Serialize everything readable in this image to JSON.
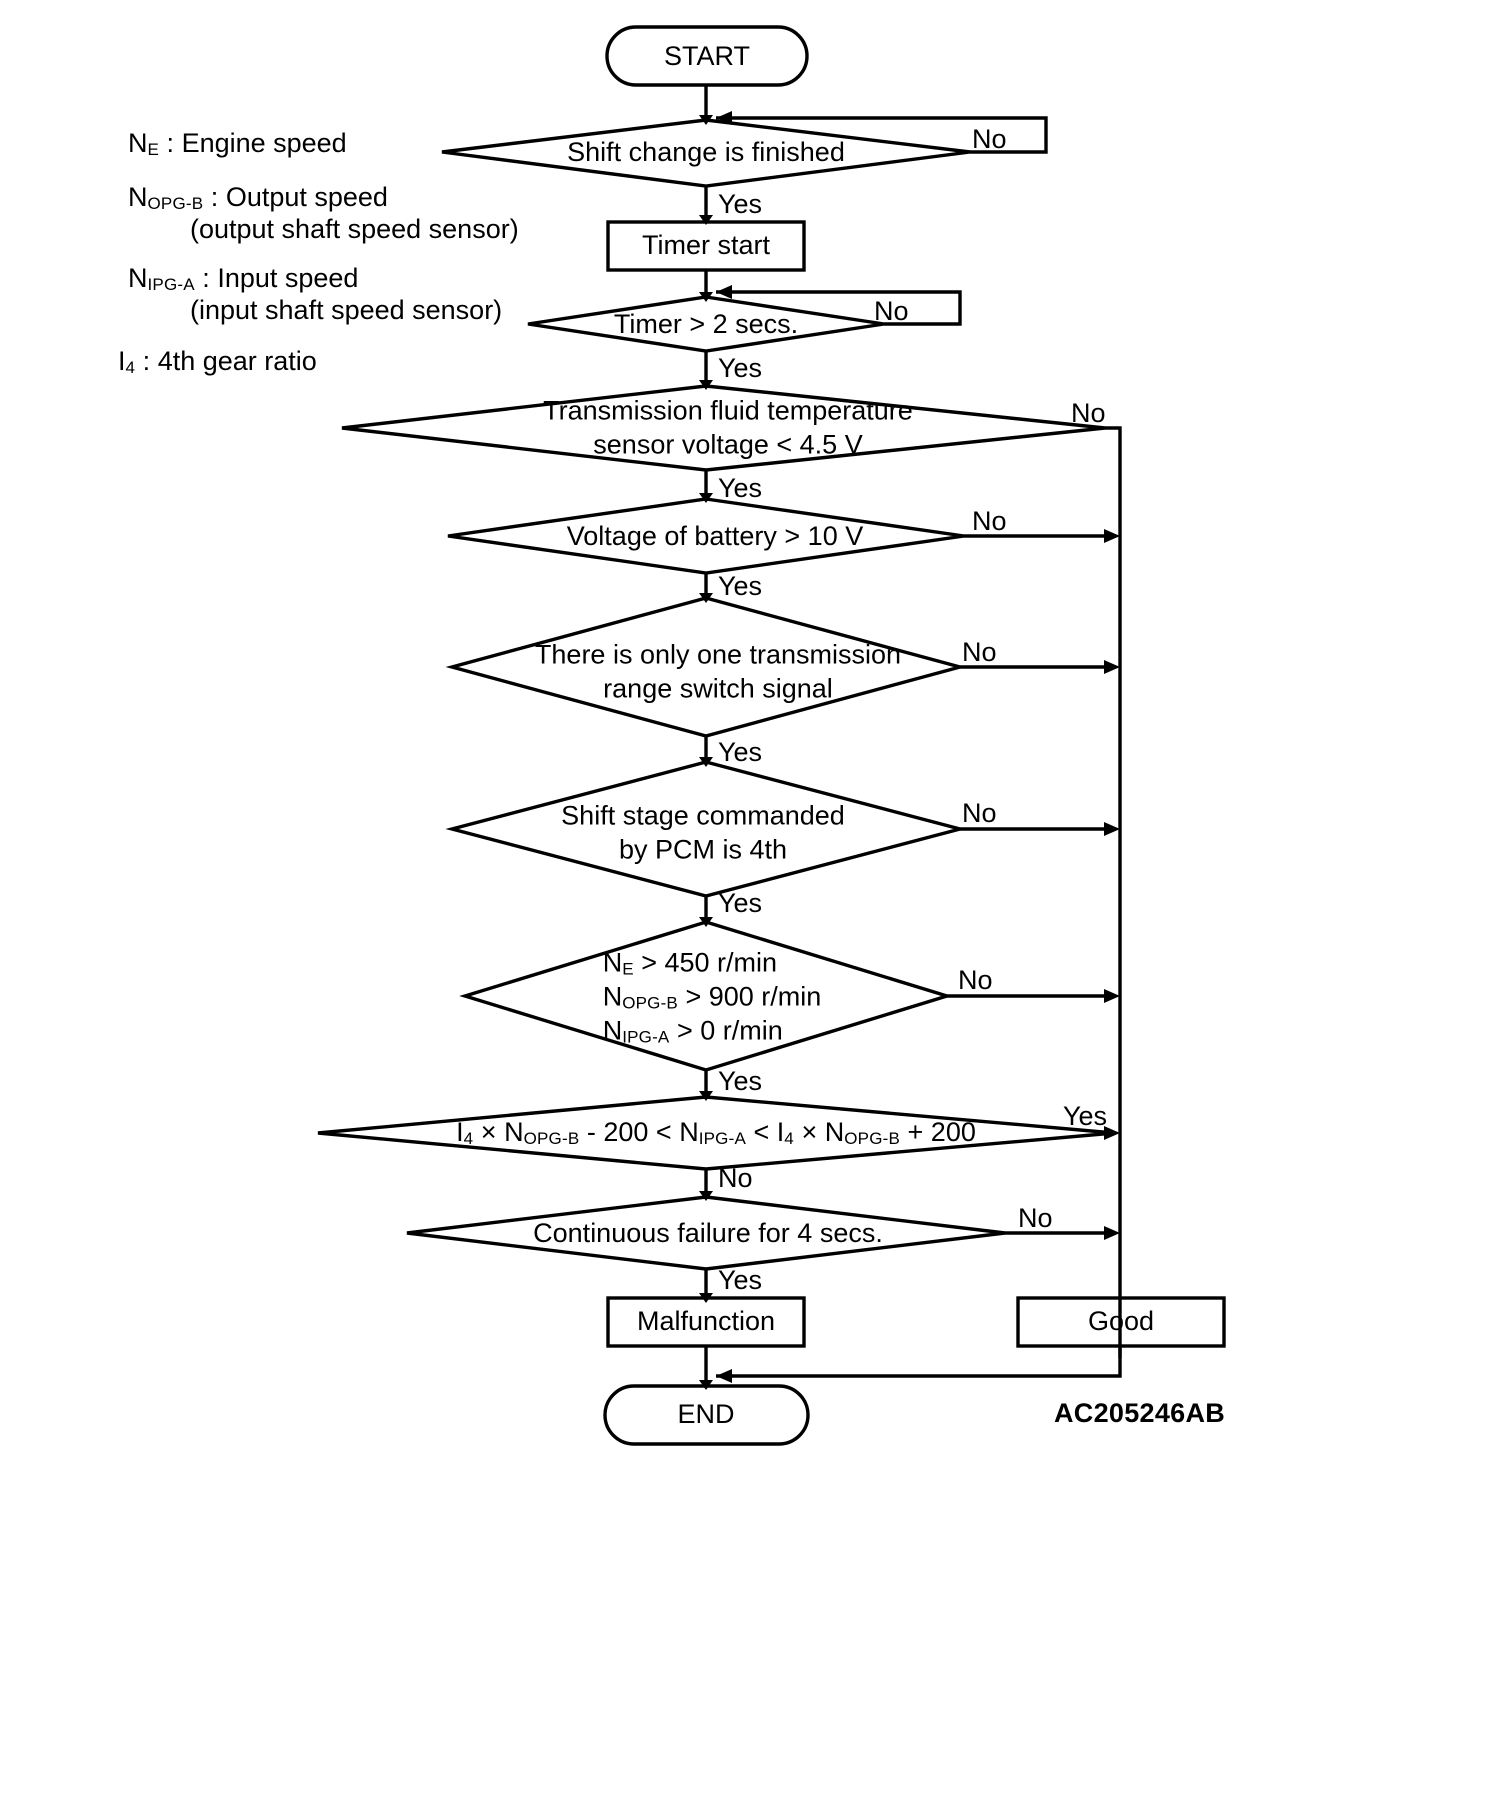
{
  "diagram": {
    "title": "Transmission 4th gear ratio malfunction judgement flowchart",
    "code_label": "AC205246AB",
    "legend": [
      {
        "symbol": "N",
        "sub": "E",
        "sep": " : ",
        "text": "Engine speed",
        "indent": ""
      },
      {
        "symbol": "N",
        "sub": "OPG-B",
        "sep": " : ",
        "text": "Output speed",
        "indent": "(output shaft speed sensor)"
      },
      {
        "symbol": "N",
        "sub": "IPG-A",
        "sep": " : ",
        "text": "Input speed",
        "indent": "(input shaft speed sensor)"
      },
      {
        "symbol": "I",
        "sub": "4",
        "sep": " : ",
        "text": "4th gear ratio",
        "indent": ""
      }
    ],
    "nodes": {
      "start": "START",
      "end": "END",
      "shift_change": "Shift change is finished",
      "timer_start": "Timer start",
      "timer_2secs": "Timer > 2 secs.",
      "fluid_temp_l1": "Transmission fluid temperature",
      "fluid_temp_l2": "sensor voltage < 4.5 V",
      "battery": "Voltage of battery > 10 V",
      "range_switch_l1": "There is only one transmission",
      "range_switch_l2": "range switch signal",
      "shift_stage_l1": "Shift stage commanded",
      "shift_stage_l2": "by PCM is 4th",
      "speed_l1_sym": "N",
      "speed_l1_sub": "E",
      "speed_l1_rest": " > 450 r/min",
      "speed_l2_sym": "N",
      "speed_l2_sub": "OPG-B",
      "speed_l2_rest": " > 900 r/min",
      "speed_l3_sym": "N",
      "speed_l3_sub": "IPG-A",
      "speed_l3_rest": " > 0 r/min",
      "ratio_p1_sym": "I",
      "ratio_p1_sub": "4",
      "ratio_p2": " × ",
      "ratio_p3_sym": "N",
      "ratio_p3_sub": "OPG-B",
      "ratio_p4": " - 200 < ",
      "ratio_p5_sym": "N",
      "ratio_p5_sub": "IPG-A",
      "ratio_p6": " < ",
      "ratio_p7_sym": "I",
      "ratio_p7_sub": "4",
      "ratio_p8": " × ",
      "ratio_p9_sym": "N",
      "ratio_p9_sub": "OPG-B",
      "ratio_p10": " + 200",
      "continuous_failure": "Continuous failure for 4 secs.",
      "malfunction": "Malfunction",
      "good": "Good"
    },
    "branch_labels": {
      "shift_change_no": "No",
      "shift_change_yes": "Yes",
      "timer_no": "No",
      "timer_yes": "Yes",
      "fluid_no": "No",
      "fluid_yes": "Yes",
      "battery_no": "No",
      "battery_yes": "Yes",
      "range_no": "No",
      "range_yes": "Yes",
      "stage_no": "No",
      "stage_yes": "Yes",
      "speed_no": "No",
      "speed_yes": "Yes",
      "ratio_yes": "Yes",
      "ratio_no": "No",
      "failure_no": "No",
      "failure_yes": "Yes"
    },
    "colors": {
      "stroke": "#000000",
      "background": "#ffffff"
    }
  }
}
